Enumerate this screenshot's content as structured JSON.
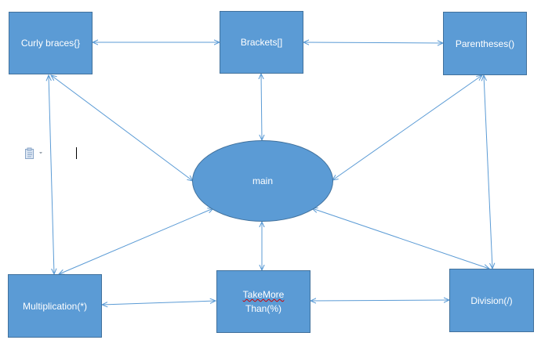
{
  "nodes": {
    "curly": "Curly braces{}",
    "brackets": "Brackets[]",
    "parentheses": "Parentheses()",
    "main": "main",
    "multiplication": "Multiplication(*)",
    "takemore_line1": "TakeMore",
    "takemore_line2": "Than(%)",
    "division": "Division(/)"
  },
  "colors": {
    "node_fill": "#5b9bd5",
    "node_border": "#41719c",
    "connector": "#5b9bd5"
  },
  "icons": {
    "paste_options": "clipboard-paste-icon"
  }
}
